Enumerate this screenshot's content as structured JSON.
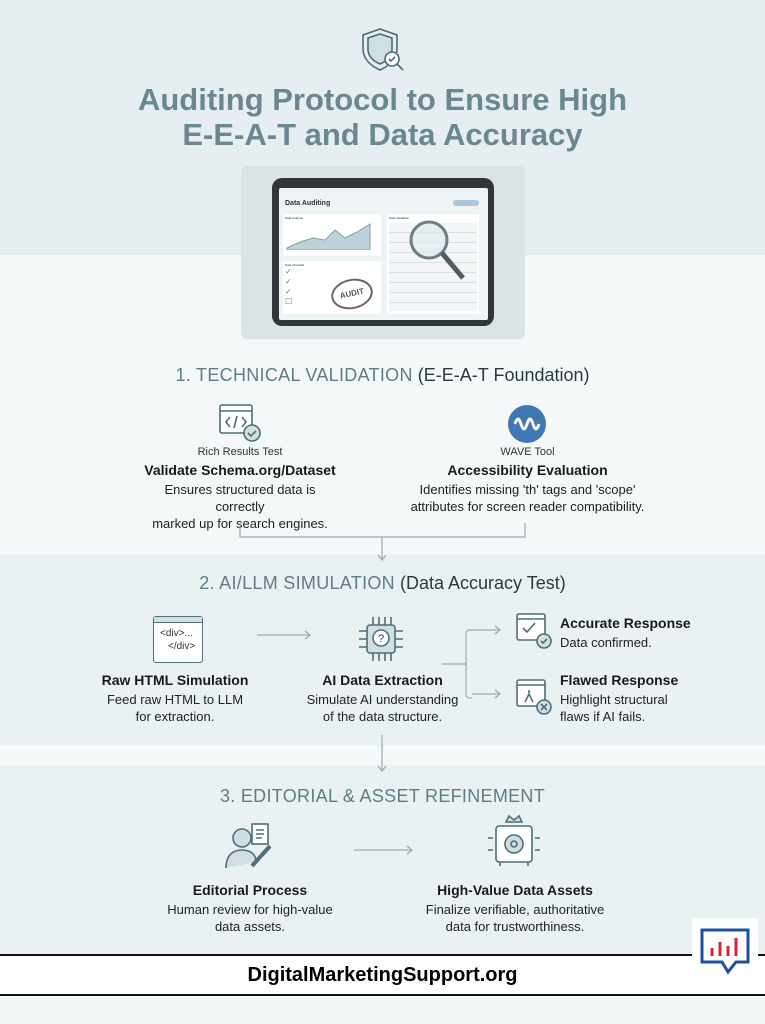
{
  "header": {
    "icon": "shield-check-magnifier-icon",
    "title_line1": "Auditing Protocol to Ensure High",
    "title_line2": "E-E-A-T and Data Accuracy"
  },
  "hero": {
    "screen_title": "Data Auditing",
    "panel1": "Data Analysis",
    "panel2": "Data Validation",
    "panel3": "Data Checklist",
    "stamp": "AUDIT"
  },
  "section1": {
    "number": "1. TECHNICAL VALIDATION",
    "suffix": "(E-E-A-T Foundation)",
    "items": [
      {
        "icon": "code-window-check-icon",
        "tool": "Rich Results Test",
        "heading": "Validate Schema.org/Dataset",
        "desc1": "Ensures structured data is correctly",
        "desc2": "marked up for search engines."
      },
      {
        "icon": "wave-logo-icon",
        "tool": "WAVE Tool",
        "heading": "Accessibility Evaluation",
        "desc1": "Identifies missing 'th' tags and 'scope'",
        "desc2": "attributes for screen reader compatibility."
      }
    ]
  },
  "section2": {
    "number": "2. AI/LLM SIMULATION",
    "suffix": "(Data Accuracy Test)",
    "raw": {
      "code1": "<div>...",
      "code2": "</div>",
      "heading": "Raw HTML Simulation",
      "desc1": "Feed raw HTML to LLM",
      "desc2": "for extraction."
    },
    "ai": {
      "heading": "AI Data Extraction",
      "desc1": "Simulate AI understanding",
      "desc2": "of the data structure."
    },
    "accurate": {
      "heading": "Accurate Response",
      "desc": "Data confirmed."
    },
    "flawed": {
      "heading": "Flawed Response",
      "desc1": "Highlight structural",
      "desc2": "flaws if AI fails."
    }
  },
  "section3": {
    "number": "3. EDITORIAL & ASSET REFINEMENT",
    "editorial": {
      "heading": "Editorial Process",
      "desc1": "Human review for high-value",
      "desc2": "data assets."
    },
    "assets": {
      "heading": "High-Value Data Assets",
      "desc1": "Finalize verifiable, authoritative",
      "desc2": "data for trustworthiness."
    }
  },
  "footer": {
    "brand": "DigitalMarketingSupport.org"
  },
  "colors": {
    "title": "#6a8891",
    "band": "#e8f0f2",
    "accent_green": "#6aa582",
    "icon": "#4e6e78"
  }
}
